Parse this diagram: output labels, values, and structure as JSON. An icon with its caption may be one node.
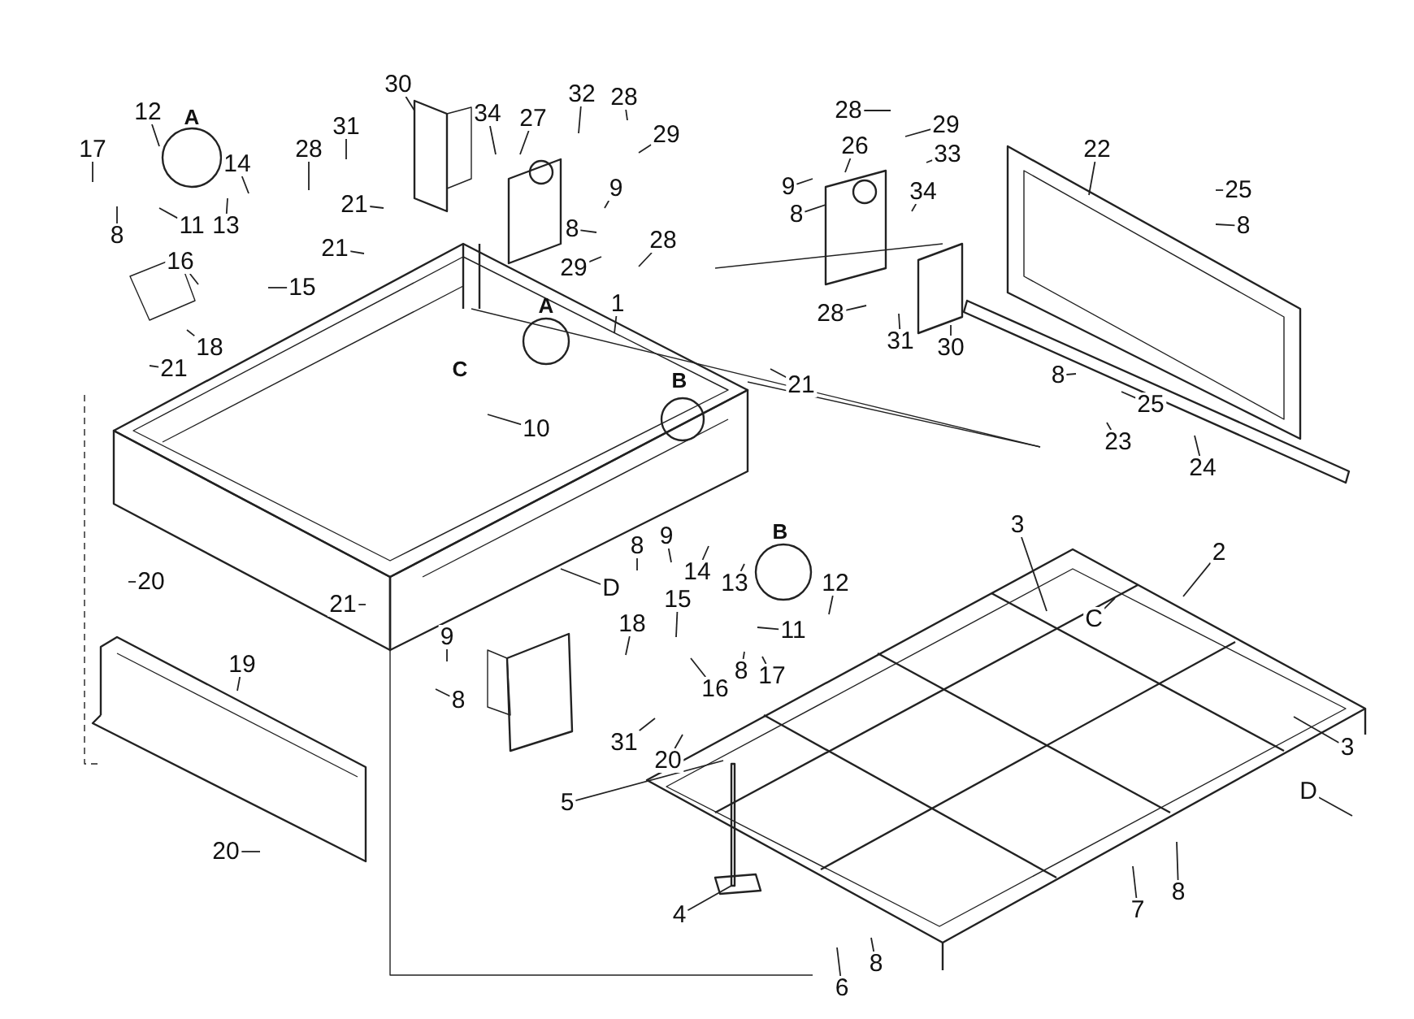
{
  "diagram": {
    "nodes": [
      {
        "text": [
          "12"
        ]
      },
      {
        "text": [
          "17"
        ]
      },
      {
        "text": [
          "14"
        ]
      },
      {
        "text": [
          "8"
        ]
      },
      {
        "text": [
          "11"
        ]
      },
      {
        "text": [
          "13"
        ]
      },
      {
        "text": [
          "16"
        ]
      },
      {
        "text": [
          "15"
        ]
      },
      {
        "text": [
          "18"
        ]
      },
      {
        "text": [
          "21"
        ]
      },
      {
        "text": [
          "30"
        ]
      },
      {
        "text": [
          "31"
        ]
      },
      {
        "text": [
          "28"
        ]
      },
      {
        "text": [
          "34"
        ]
      },
      {
        "text": [
          "27"
        ]
      },
      {
        "text": [
          "32"
        ]
      },
      {
        "text": [
          "28"
        ]
      },
      {
        "text": [
          "29"
        ]
      },
      {
        "text": [
          "9"
        ]
      },
      {
        "text": [
          "8"
        ]
      },
      {
        "text": [
          "21"
        ]
      },
      {
        "text": [
          "21"
        ]
      },
      {
        "text": [
          "28"
        ]
      },
      {
        "text": [
          "29"
        ]
      },
      {
        "text": [
          "1"
        ]
      },
      {
        "text": [
          "10"
        ]
      },
      {
        "text": [
          "21"
        ]
      },
      {
        "text": [
          "28"
        ]
      },
      {
        "text": [
          "29"
        ]
      },
      {
        "text": [
          "26"
        ]
      },
      {
        "text": [
          "33"
        ]
      },
      {
        "text": [
          "9"
        ]
      },
      {
        "text": [
          "8"
        ]
      },
      {
        "text": [
          "34"
        ]
      },
      {
        "text": [
          "28"
        ]
      },
      {
        "text": [
          "31"
        ]
      },
      {
        "text": [
          "30"
        ]
      },
      {
        "text": [
          "22"
        ]
      },
      {
        "text": [
          "25"
        ]
      },
      {
        "text": [
          "8"
        ]
      },
      {
        "text": [
          "8"
        ]
      },
      {
        "text": [
          "25"
        ]
      },
      {
        "text": [
          "23"
        ]
      },
      {
        "text": [
          "24"
        ]
      },
      {
        "text": [
          "20"
        ]
      },
      {
        "text": [
          "19"
        ]
      },
      {
        "text": [
          "20"
        ]
      },
      {
        "text": [
          "21"
        ]
      },
      {
        "text": [
          "8"
        ]
      },
      {
        "text": [
          "9"
        ]
      },
      {
        "text": [
          "9"
        ]
      },
      {
        "text": [
          "8"
        ]
      },
      {
        "text": [
          "D"
        ]
      },
      {
        "text": [
          "18"
        ]
      },
      {
        "text": [
          "15"
        ]
      },
      {
        "text": [
          "16"
        ]
      },
      {
        "text": [
          "31"
        ]
      },
      {
        "text": [
          "20"
        ]
      },
      {
        "text": [
          "14"
        ]
      },
      {
        "text": [
          "13"
        ]
      },
      {
        "text": [
          "11"
        ]
      },
      {
        "text": [
          "12"
        ]
      },
      {
        "text": [
          "8"
        ]
      },
      {
        "text": [
          "17"
        ]
      },
      {
        "text": [
          "3"
        ]
      },
      {
        "text": [
          "2"
        ]
      },
      {
        "text": [
          "3"
        ]
      },
      {
        "text": [
          "C"
        ]
      },
      {
        "text": [
          "D"
        ]
      },
      {
        "text": [
          "5"
        ]
      },
      {
        "text": [
          "4"
        ]
      },
      {
        "text": [
          "6"
        ]
      },
      {
        "text": [
          "8"
        ]
      },
      {
        "text": [
          "7"
        ]
      },
      {
        "text": [
          "8"
        ]
      }
    ],
    "edges": [
      {
        "from": 0,
        "to": null,
        "arrow": "none"
      },
      {
        "from": 1,
        "to": null,
        "arrow": "none"
      },
      {
        "from": 2,
        "to": null,
        "arrow": "none"
      },
      {
        "from": 3,
        "to": null,
        "arrow": "none"
      },
      {
        "from": 4,
        "to": null,
        "arrow": "none"
      },
      {
        "from": 5,
        "to": null,
        "arrow": "none"
      },
      {
        "from": 6,
        "to": null,
        "arrow": "none"
      },
      {
        "from": 7,
        "to": null,
        "arrow": "none"
      },
      {
        "from": 8,
        "to": null,
        "arrow": "none"
      },
      {
        "from": 9,
        "to": null,
        "arrow": "none"
      },
      {
        "from": 10,
        "to": null,
        "arrow": "none"
      },
      {
        "from": 11,
        "to": null,
        "arrow": "none"
      },
      {
        "from": 12,
        "to": null,
        "arrow": "none"
      },
      {
        "from": 13,
        "to": null,
        "arrow": "none"
      },
      {
        "from": 14,
        "to": null,
        "arrow": "none"
      },
      {
        "from": 15,
        "to": null,
        "arrow": "none"
      },
      {
        "from": 16,
        "to": null,
        "arrow": "none"
      },
      {
        "from": 17,
        "to": null,
        "arrow": "none"
      },
      {
        "from": 18,
        "to": null,
        "arrow": "none"
      },
      {
        "from": 19,
        "to": null,
        "arrow": "none"
      },
      {
        "from": 20,
        "to": null,
        "arrow": "none"
      },
      {
        "from": 21,
        "to": null,
        "arrow": "none"
      },
      {
        "from": 22,
        "to": null,
        "arrow": "none"
      },
      {
        "from": 23,
        "to": null,
        "arrow": "none"
      },
      {
        "from": 24,
        "to": null,
        "arrow": "none"
      },
      {
        "from": 25,
        "to": null,
        "arrow": "none"
      },
      {
        "from": 26,
        "to": null,
        "arrow": "none"
      },
      {
        "from": 27,
        "to": null,
        "arrow": "none"
      },
      {
        "from": 28,
        "to": null,
        "arrow": "none"
      },
      {
        "from": 29,
        "to": null,
        "arrow": "none"
      },
      {
        "from": 30,
        "to": null,
        "arrow": "none"
      },
      {
        "from": 31,
        "to": null,
        "arrow": "none"
      },
      {
        "from": 32,
        "to": null,
        "arrow": "none"
      },
      {
        "from": 33,
        "to": null,
        "arrow": "none"
      },
      {
        "from": 34,
        "to": null,
        "arrow": "none"
      },
      {
        "from": 35,
        "to": null,
        "arrow": "none"
      },
      {
        "from": 36,
        "to": null,
        "arrow": "none"
      },
      {
        "from": 37,
        "to": null,
        "arrow": "none"
      },
      {
        "from": 38,
        "to": null,
        "arrow": "none"
      },
      {
        "from": 39,
        "to": null,
        "arrow": "none"
      },
      {
        "from": 40,
        "to": null,
        "arrow": "none"
      },
      {
        "from": 41,
        "to": null,
        "arrow": "none"
      },
      {
        "from": 42,
        "to": null,
        "arrow": "none"
      },
      {
        "from": 43,
        "to": null,
        "arrow": "none"
      },
      {
        "from": 44,
        "to": null,
        "arrow": "none"
      },
      {
        "from": 45,
        "to": null,
        "arrow": "none"
      },
      {
        "from": 46,
        "to": null,
        "arrow": "none"
      },
      {
        "from": 47,
        "to": null,
        "arrow": "none"
      },
      {
        "from": 48,
        "to": null,
        "arrow": "none"
      },
      {
        "from": 49,
        "to": null,
        "arrow": "none"
      },
      {
        "from": 50,
        "to": null,
        "arrow": "none"
      },
      {
        "from": 51,
        "to": null,
        "arrow": "none"
      },
      {
        "from": 52,
        "to": null,
        "arrow": "none"
      },
      {
        "from": 53,
        "to": null,
        "arrow": "none"
      },
      {
        "from": 54,
        "to": null,
        "arrow": "none"
      },
      {
        "from": 55,
        "to": null,
        "arrow": "none"
      },
      {
        "from": 56,
        "to": null,
        "arrow": "none"
      },
      {
        "from": 57,
        "to": null,
        "arrow": "none"
      },
      {
        "from": 58,
        "to": null,
        "arrow": "none"
      },
      {
        "from": 59,
        "to": null,
        "arrow": "none"
      },
      {
        "from": 60,
        "to": null,
        "arrow": "none"
      },
      {
        "from": 61,
        "to": null,
        "arrow": "none"
      },
      {
        "from": 62,
        "to": null,
        "arrow": "none"
      },
      {
        "from": 63,
        "to": null,
        "arrow": "none"
      },
      {
        "from": 64,
        "to": null,
        "arrow": "none"
      },
      {
        "from": 65,
        "to": null,
        "arrow": "none"
      },
      {
        "from": 66,
        "to": null,
        "arrow": "none"
      },
      {
        "from": 67,
        "to": null,
        "arrow": "none"
      },
      {
        "from": 68,
        "to": null,
        "arrow": "none"
      },
      {
        "from": 69,
        "to": null,
        "arrow": "none"
      },
      {
        "from": 70,
        "to": null,
        "arrow": "none"
      },
      {
        "from": 71,
        "to": null,
        "arrow": "none"
      },
      {
        "from": 72,
        "to": null,
        "arrow": "none"
      },
      {
        "from": 73,
        "to": null,
        "arrow": "none"
      },
      {
        "from": 74,
        "to": null,
        "arrow": "none"
      }
    ],
    "labels": [
      "A",
      "A",
      "C",
      "B",
      "B"
    ]
  }
}
